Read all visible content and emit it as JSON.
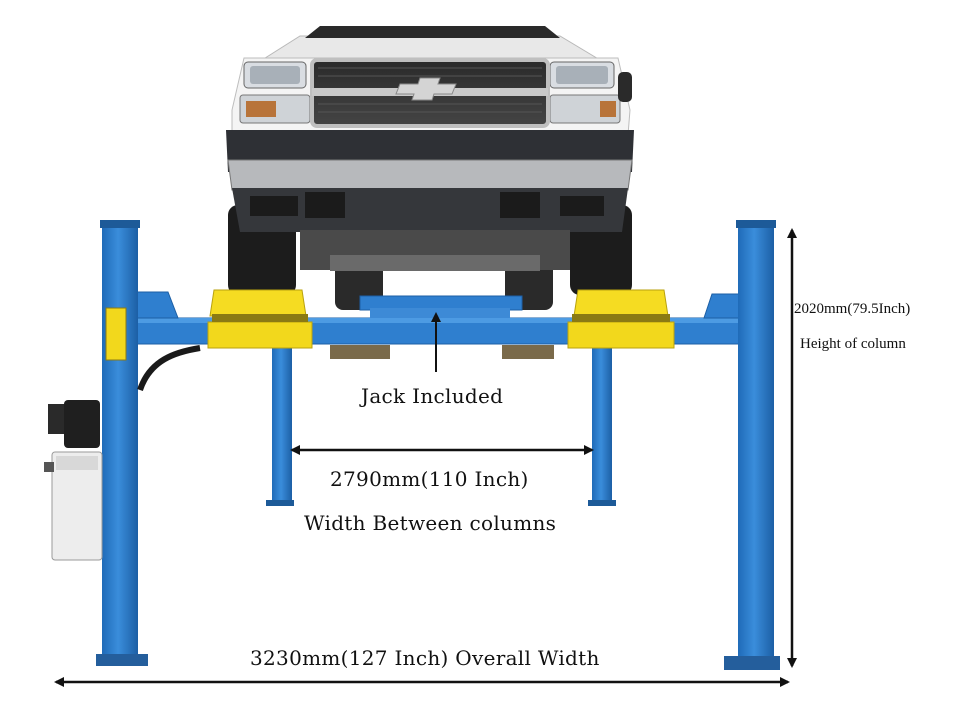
{
  "labels": {
    "jack": "Jack Included",
    "width_between_value": "2790mm(110 Inch)",
    "width_between_caption": "Width Between columns",
    "height_value": "2020mm(79.5Inch)",
    "height_caption": "Height of column",
    "overall_width": "3230mm(127 Inch) Overall Width"
  },
  "colors": {
    "lift_blue": "#2f7fcf",
    "pad_yellow": "#f2d81c",
    "truck_white": "#f4f4f4",
    "bumper_dark": "#2e3035",
    "arrow": "#111111"
  }
}
